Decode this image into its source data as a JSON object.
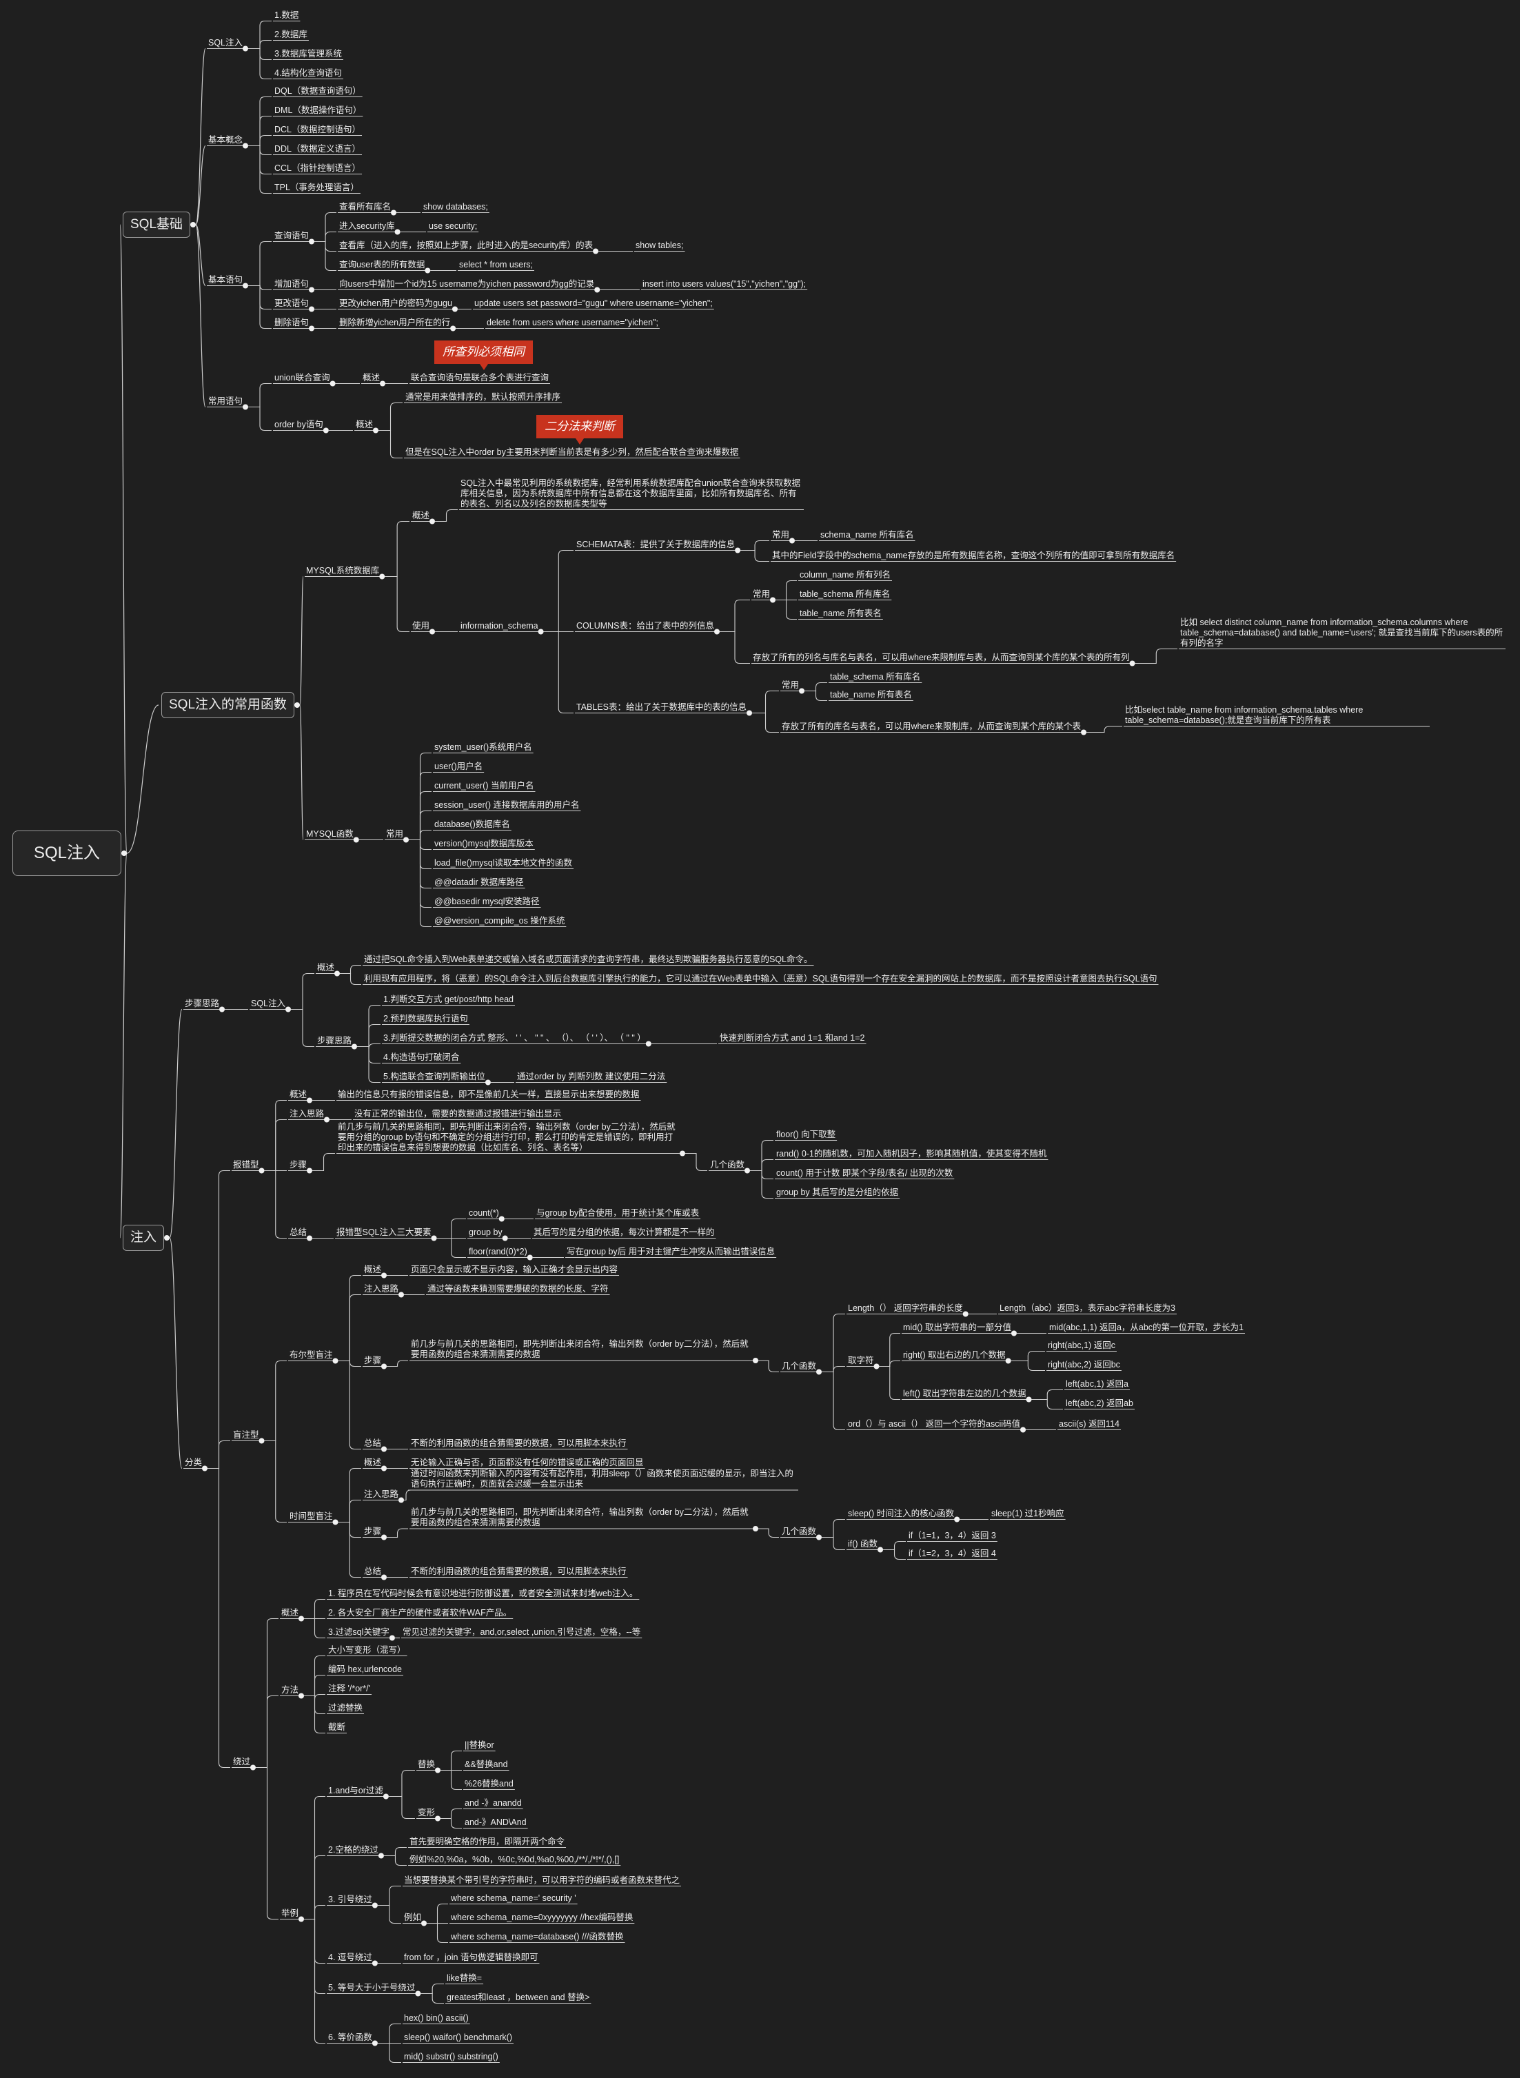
{
  "theme": {
    "background": "#1f1f1f",
    "line": "#cfcfcf",
    "text": "#ececec",
    "tag": "#c8331e"
  },
  "root": "SQL注入",
  "tags": {
    "t1": "所查列必须相同",
    "t2": "二分法来判断"
  },
  "n": {
    "sqlBasics": "SQL基础",
    "sqlInjection": "SQL注入",
    "sqlInj1": "1.数据",
    "sqlInj2": "2.数据库",
    "sqlInj3": "3.数据库管理系统",
    "sqlInj4": "4.结构化查询语句",
    "basicConcept": "基本概念",
    "dql": "DQL（数据查询语句）",
    "dml": "DML（数据操作语句）",
    "dcl": "DCL（数据控制语句）",
    "ddl": "DDL（数据定义语言）",
    "ccl": "CCL（指针控制语言）",
    "tpl": "TPL（事务处理语言）",
    "basicStmt": "基本语句",
    "query": "查询语句",
    "q1": "查看所有库名",
    "q1v": "show databases;",
    "q2": "进入security库",
    "q2v": "use security;",
    "q3": "查看库（进入的库，按照如上步骤，此时进入的是security库）的表",
    "q3v": "show tables;",
    "q4": "查询user表的所有数据",
    "q4v": "select * from users;",
    "add": "增加语句",
    "addD": "向users中增加一个id为15 username为yichen password为gg的记录",
    "addV": "insert into users values(\"15\",\"yichen\",\"gg\");",
    "upd": "更改语句",
    "updD": "更改yichen用户的密码为gugu",
    "updV": "update users set password=\"gugu\" where username=\"yichen\";",
    "del": "删除语句",
    "delD": "删除新增yichen用户所在的行",
    "delV": "delete from users where username=\"yichen\";",
    "common": "常用语句",
    "union": "union联合查询",
    "unionO": "概述",
    "unionD": "联合查询语句是联合多个表进行查询",
    "orderby": "order by语句",
    "orderO": "概述",
    "orderD1": "通常是用来做排序的，默认按照升序排序",
    "orderD2": "但是在SQL注入中order by主要用来判断当前表是有多少列，然后配合联合查询来爆数据",
    "funcs": "SQL注入的常用函数",
    "mysqlSys": "MYSQL系统数据库",
    "sysOverview": "概述",
    "sysDesc": "SQL注入中最常见利用的系统数据库，经常利用系统数据库配合union联合查询来获取数据库相关信息，因为系统数据库中所有信息都在这个数据库里面，比如所有数据库名、所有的表名、列名以及列名的数据库类型等",
    "use": "使用",
    "infoSchema": "information_schema",
    "schemata": "SCHEMATA表：提供了关于数据库的信息",
    "schCommon": "常用",
    "schName": "schema_name 所有库名",
    "schDesc": "其中的Field字段中的schema_name存放的是所有数据库名称，查询这个列所有的值即可拿到所有数据库名",
    "columns": "COLUMNS表：给出了表中的列信息",
    "colCommon": "常用",
    "colName": "column_name 所有列名",
    "colTableSchema": "table_schema 所有库名",
    "colTableName": "table_name 所有表名",
    "colDesc": "存放了所有的列名与库名与表名，可以用where来限制库与表，从而查询到某个库的某个表的所有列",
    "colEx": "比如 select distinct column_name from information_schema.columns where table_schema=database() and table_name='users'; 就是查找当前库下的users表的所有列的名字",
    "tables": "TABLES表：给出了关于数据库中的表的信息",
    "tabCommon": "常用",
    "tabSchema": "table_schema 所有库名",
    "tabName": "table_name 所有表名",
    "tabDesc": "存放了所有的库名与表名，可以用where来限制库，从而查询到某个库的某个表",
    "tabEx": "比如select table_name from information_schema.tables where table_schema=database();就是查询当前库下的所有表",
    "mysqlFn": "MYSQL函数",
    "fnCommon": "常用",
    "fn1": "system_user()系统用户名",
    "fn2": "user()用户名",
    "fn3": "current_user() 当前用户名",
    "fn4": "session_user() 连接数据库用的用户名",
    "fn5": "database()数据库名",
    "fn6": "version()mysql数据库版本",
    "fn7": "load_file()mysql读取本地文件的函数",
    "fn8": "@@datadir 数据库路径",
    "fn9": "@@basedir mysql安装路径",
    "fn10": "@@version_compile_os 操作系统",
    "inject": "注入",
    "stepIdea": "步骤思路",
    "sqlInj": "SQL注入",
    "sqlOverview": "概述",
    "sqlOv1": "通过把SQL命令插入到Web表单递交或输入域名或页面请求的查询字符串，最终达到欺骗服务器执行恶意的SQL命令。",
    "sqlOv2": "利用现有应用程序，将（恶意）的SQL命令注入到后台数据库引擎执行的能力，它可以通过在Web表单中输入（恶意）SQL语句得到一个存在安全漏洞的网站上的数据库，而不是按照设计者意图去执行SQL语句",
    "sqlSteps": "步骤思路",
    "st1": "1.判断交互方式 get/post/http head",
    "st2": "2.预判数据库执行语句",
    "st3": "3.判断提交数据的闭合方式 整形、 ' '  、 \" \"  、 （）、 （ ' ' ）、 （ \" \" ）",
    "st3v": "快速判断闭合方式 and 1=1 和and 1=2",
    "st4": "4.构造语句打破闭合",
    "st5": "5.构造联合查询判断输出位",
    "st5v": "通过order by 判断列数 建议使用二分法",
    "classify": "分类",
    "errType": "报错型",
    "errO": "概述",
    "errOD": "输出的信息只有报的错误信息，即不是像前几关一样，直接显示出来想要的数据",
    "errIdea": "注入思路",
    "errIdeaD": "没有正常的输出位，需要的数据通过报错进行输出显示",
    "errStep": "步骤",
    "errStepD": "前几步与前几关的思路相同，即先判断出来闭合符，输出列数（order by二分法），然后就要用分组的group by语句和不确定的分组进行打印，那么打印的肯定是错误的，即利用打印出来的错误信息来得到想要的数据（比如库名、列名、表名等）",
    "errFns": "几个函数",
    "floor": "floor()   向下取整",
    "rand": "rand()   0-1的随机数，可加入随机因子，影响其随机值，使其变得不随机",
    "count": "count()   用于计数 即某个字段/表名/ 出现的次数",
    "groupby": "group by  其后写的是分组的依据",
    "errSum": "总结",
    "errThree": "报错型SQL注入三大要素",
    "e1": "count(*)",
    "e1v": "与group by配合使用，用于统计某个库或表",
    "e2": "group by",
    "e2v": "其后写的是分组的依据，每次计算都是不一样的",
    "e3": "floor(rand(0)*2)",
    "e3v": "写在group by后 用于对主键产生冲突从而输出错误信息",
    "blindType": "盲注型",
    "boolBlind": "布尔型盲注",
    "bO": "概述",
    "bOD": "页面只会显示或不显示内容，输入正确才会显示出内容",
    "bIdea": "注入思路",
    "bIdeaD": "通过等函数来猜测需要爆破的数据的长度、字符",
    "bStep": "步骤",
    "bStepD": "前几步与前几关的思路相同，即先判断出来闭合符，输出列数（order by二分法），然后就要用函数的组合来猜测需要的数据",
    "bFns": "几个函数",
    "len": "Length（）  返回字符串的长度",
    "lenEx": "Length（abc）返回3，表示abc字符串长度为3",
    "substr": "取字符",
    "mid": "mid()  取出字符串的一部分值",
    "midEx": "mid(abc,1,1) 返回a，从abc的第一位开取，步长为1",
    "right": "right()  取出右边的几个数据",
    "r1": "right(abc,1) 返回c",
    "r2": "right(abc,2) 返回bc",
    "left": "left()  取出字符串左边的几个数据",
    "l1": "left(abc,1) 返回a",
    "l2": "left(abc,2) 返回ab",
    "ord": "ord（）与 ascii（）  返回一个字符的ascii码值",
    "ordEx": "ascii(s) 返回114",
    "bSum": "总结",
    "bSumD": "不断的利用函数的组合猜需要的数据，可以用脚本来执行",
    "timeBlind": "时间型盲注",
    "tO": "概述",
    "tOD": "无论输入正确与否，页面都没有任何的错误或正确的页面回显",
    "tIdea": "注入思路",
    "tIdeaD": "通过时间函数来判断输入的内容有没有起作用，利用sleep（）函数来使页面迟缓的显示，即当注入的语句执行正确时，页面就会迟缓一会显示出来",
    "tStep": "步骤",
    "tStepD": "前几步与前几关的思路相同，即先判断出来闭合符，输出列数（order by二分法），然后就要用函数的组合来猜测需要的数据",
    "tFns": "几个函数",
    "sleep": "sleep()   时间注入的核心函数",
    "sleepEx": "sleep(1)  过1秒响应",
    "ifFn": "if() 函数",
    "if1": "if（1=1，3，4）返回 3",
    "if2": "if（1=2，3，4）返回 4",
    "tSum": "总结",
    "tSumD": "不断的利用函数的组合猜需要的数据，可以用脚本来执行",
    "bypass": "绕过",
    "byO": "概述",
    "byO1": "1. 程序员在写代码时候会有意识地进行防御设置，或者安全测试来封堵web注入。",
    "byO2": "2. 各大安全厂商生产的硬件或者软件WAF产品。",
    "byO3": "3.过滤sql关键字",
    "byO3v": "常见过滤的关键字，and,or,select ,union,引号过滤，空格，--等",
    "method": "方法",
    "m1": "大小写变形（混写）",
    "m2": "编码 hex,urlencode",
    "m3": "注释 '/*or*/'",
    "m4": "过滤替换",
    "m5": "截断",
    "example": "举例",
    "x1": "1.and与or过滤",
    "x1r": "替换",
    "x1r1": "||替换or",
    "x1r2": "&&替换and",
    "x1r3": "%26替换and",
    "x1d": "变形",
    "x1d1": "and -》anandd",
    "x1d2": "and-》AND\\And",
    "x2": "2.空格的绕过",
    "x2a": "首先要明确空格的作用，即隔开两个命令",
    "x2b": "例如%20,%0a，%0b，%0c,%0d,%a0,%00,/**/,/*!*/,(),[]",
    "x3": "3. 引号绕过",
    "x3a": "当想要替换某个带引号的字符串时，可以用字符的编码或者函数来替代之",
    "x3ex": "例如",
    "x3e1": "where schema_name='  security  '",
    "x3e2": "where schema_name=0xyyyyyyy //hex编码替换",
    "x3e3": "where schema_name=database() ///函数替换",
    "x4": "4. 逗号绕过",
    "x4v": "from for ，join  语句做逻辑替换即可",
    "x5": "5. 等号大于小于号绕过",
    "x5a": "like替换=",
    "x5b": "greatest和least ，between  and 替换>",
    "x6": "6. 等价函数",
    "x6a": "hex()  bin()   ascii()",
    "x6b": "sleep()   waifor()   benchmark()",
    "x6c": "mid()  substr()  substring()"
  }
}
